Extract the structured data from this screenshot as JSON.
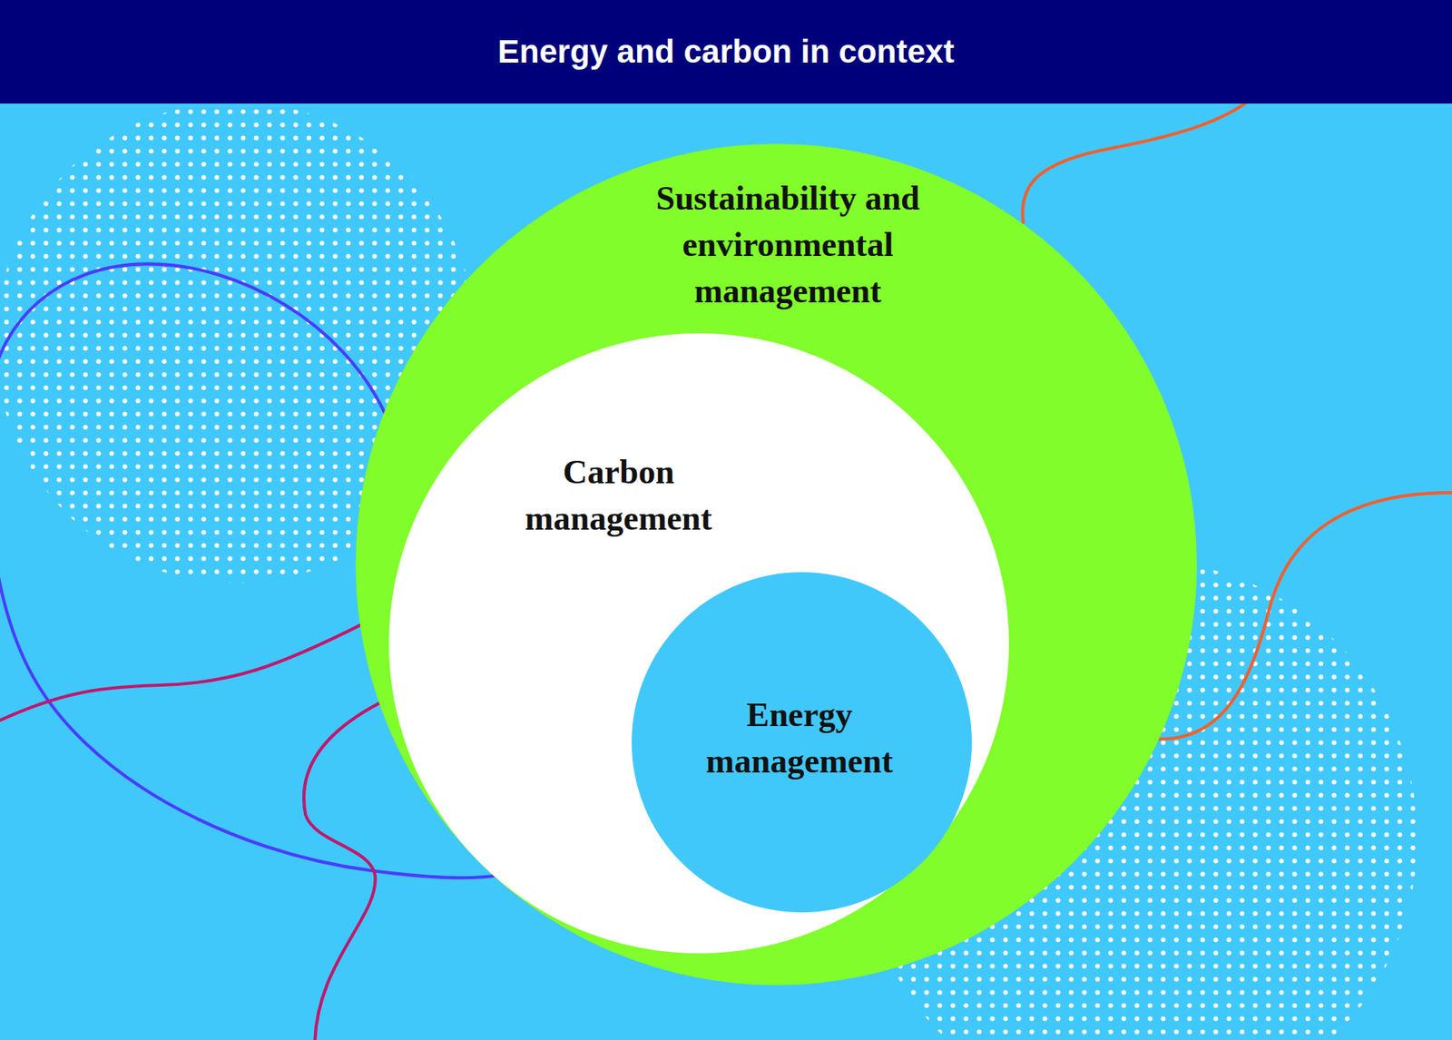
{
  "diagram": {
    "title": "Energy and carbon in context",
    "nodes": [
      {
        "text": [
          "Sustainability and environmental management"
        ]
      },
      {
        "text": [
          "Carbon management"
        ],
        "in": 0
      },
      {
        "text": [
          "Energy management"
        ],
        "in": 1
      }
    ]
  }
}
